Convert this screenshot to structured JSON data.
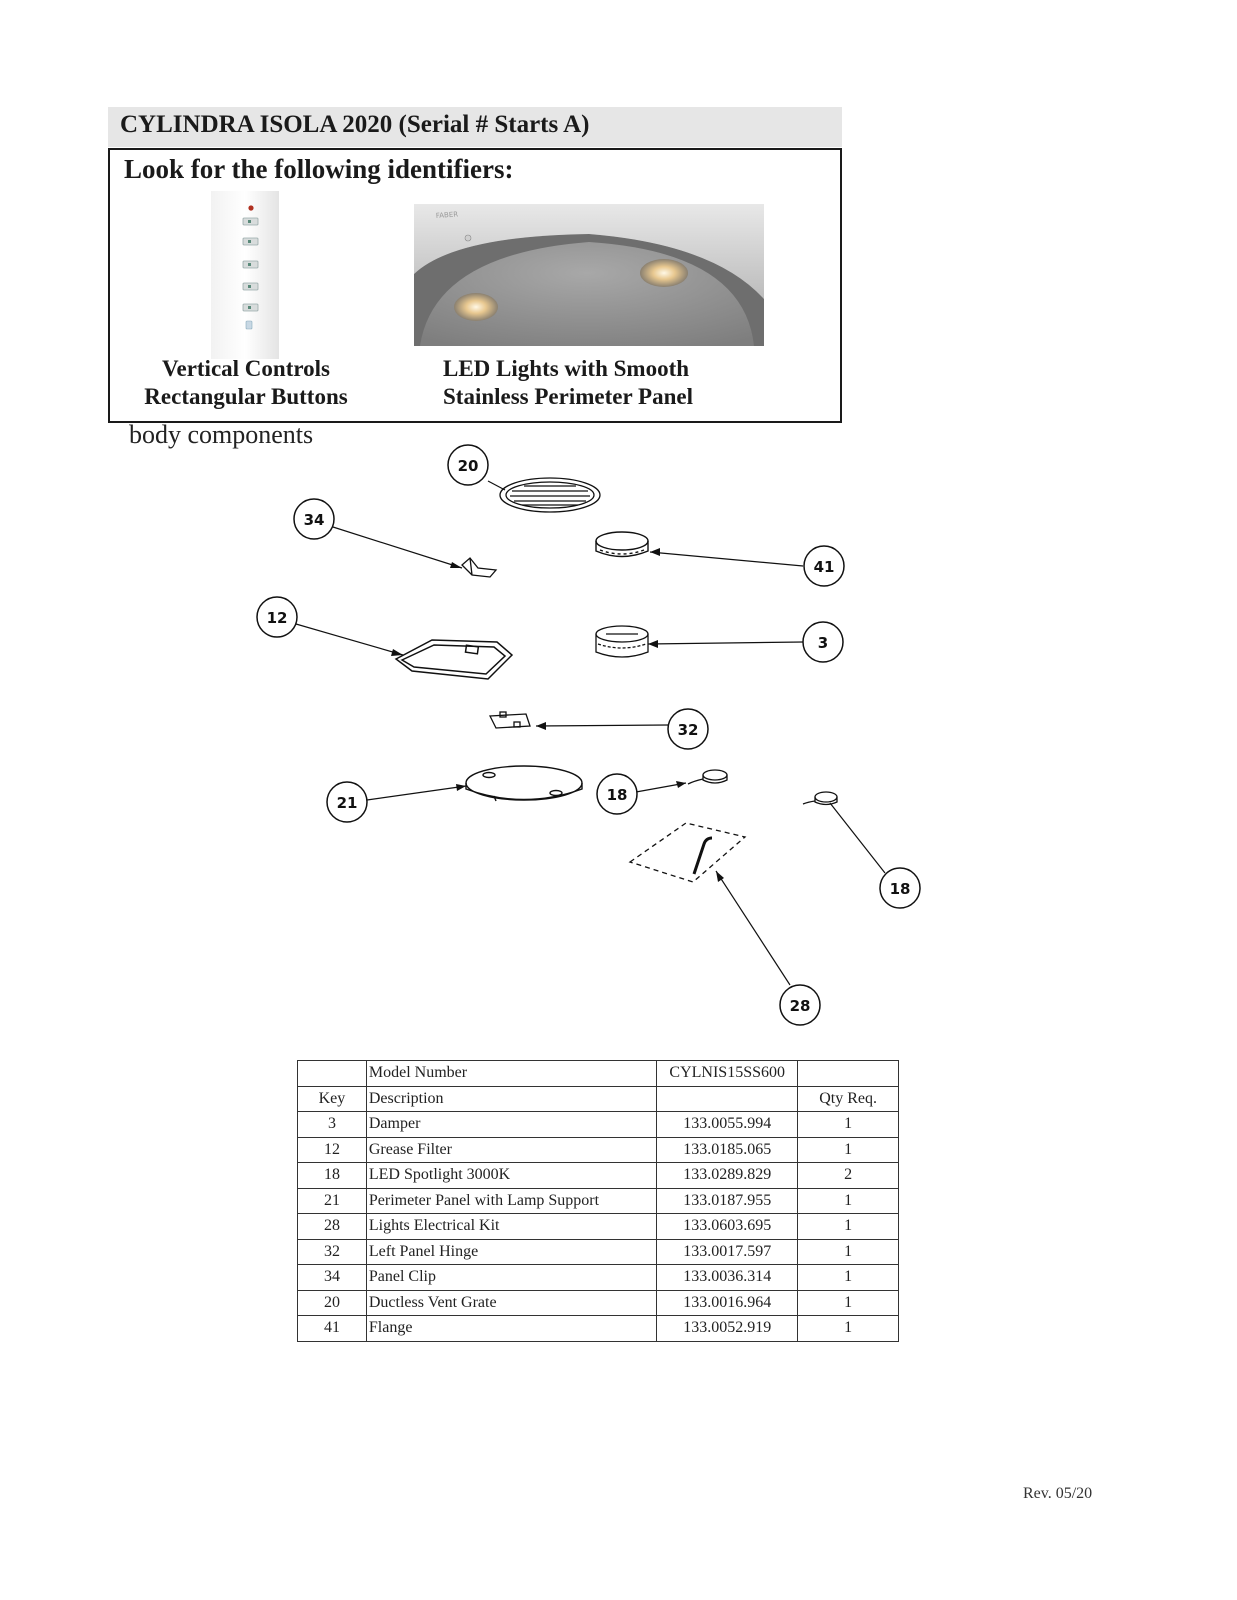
{
  "header": {
    "title": "CYLINDRA ISOLA 2020 (Serial # Starts A)"
  },
  "identifiers": {
    "heading": "Look for the following identifiers:",
    "left_caption": [
      "Vertical Controls",
      "Rectangular Buttons"
    ],
    "right_caption": [
      "LED Lights with Smooth",
      "Stainless Perimeter Panel"
    ],
    "hood_logo": "FABER"
  },
  "section_label": "body components",
  "callouts": [
    "20",
    "34",
    "41",
    "12",
    "3",
    "32",
    "21",
    "18",
    "18",
    "28"
  ],
  "parts_table": {
    "model_label": "Model Number",
    "model_number": "CYLNIS15SS600",
    "headers": {
      "key": "Key",
      "description": "Description",
      "part": "",
      "qty": "Qty Req."
    },
    "rows": [
      {
        "key": "3",
        "description": "Damper",
        "part": "133.0055.994",
        "qty": "1"
      },
      {
        "key": "12",
        "description": "Grease Filter",
        "part": "133.0185.065",
        "qty": "1"
      },
      {
        "key": "18",
        "description": "LED Spotlight 3000K",
        "part": "133.0289.829",
        "qty": "2"
      },
      {
        "key": "21",
        "description": "Perimeter Panel with Lamp Support",
        "part": "133.0187.955",
        "qty": "1"
      },
      {
        "key": "28",
        "description": "Lights Electrical Kit",
        "part": "133.0603.695",
        "qty": "1"
      },
      {
        "key": "32",
        "description": "Left Panel Hinge",
        "part": "133.0017.597",
        "qty": "1"
      },
      {
        "key": "34",
        "description": "Panel Clip",
        "part": "133.0036.314",
        "qty": "1"
      },
      {
        "key": "20",
        "description": "Ductless Vent Grate",
        "part": "133.0016.964",
        "qty": "1"
      },
      {
        "key": "41",
        "description": "Flange",
        "part": "133.0052.919",
        "qty": "1"
      }
    ]
  },
  "footer": {
    "revision": "Rev. 05/20"
  }
}
